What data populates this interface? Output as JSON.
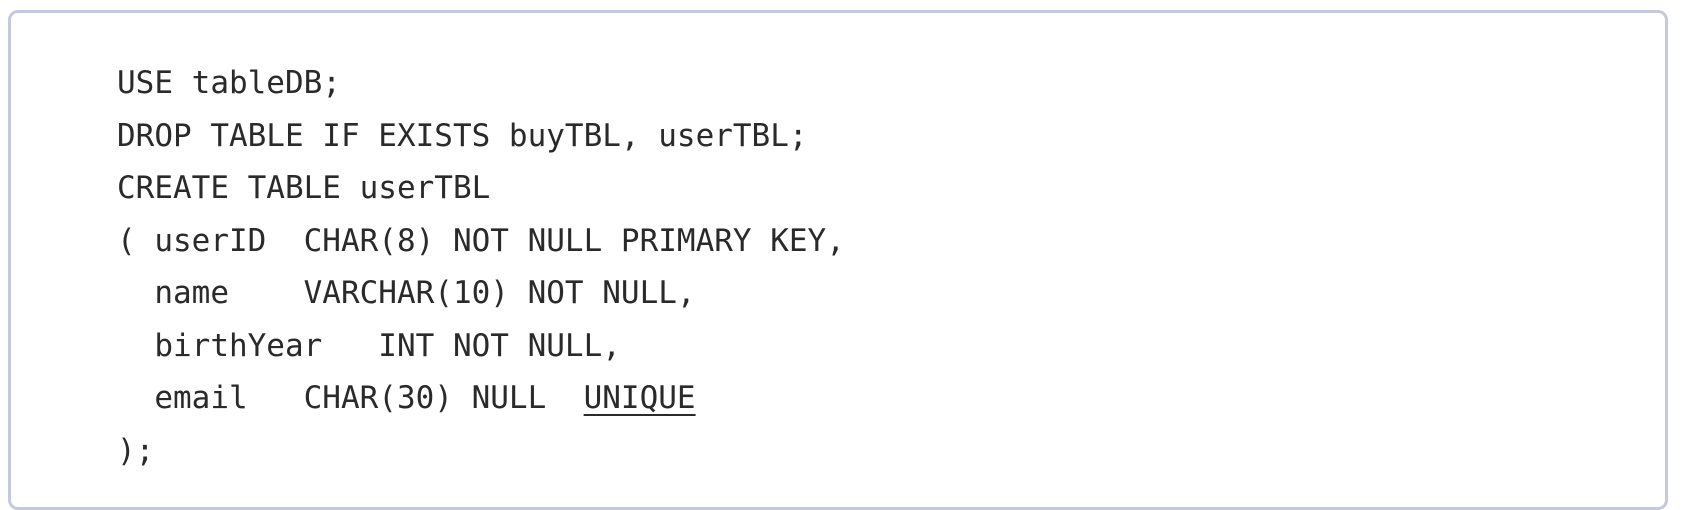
{
  "code_block": {
    "lines": [
      "USE tableDB;",
      "DROP TABLE IF EXISTS buyTBL, userTBL;",
      "CREATE TABLE userTBL",
      "( userID  CHAR(8) NOT NULL PRIMARY KEY,",
      "  name    VARCHAR(10) NOT NULL,",
      "  birthYear   INT NOT NULL,",
      "  email   CHAR(30) NULL  ",
      ");"
    ],
    "underlined_keyword": "UNIQUE"
  },
  "colors": {
    "border": "#c5c8df",
    "text": "#2a2a2a",
    "background": "#ffffff"
  }
}
